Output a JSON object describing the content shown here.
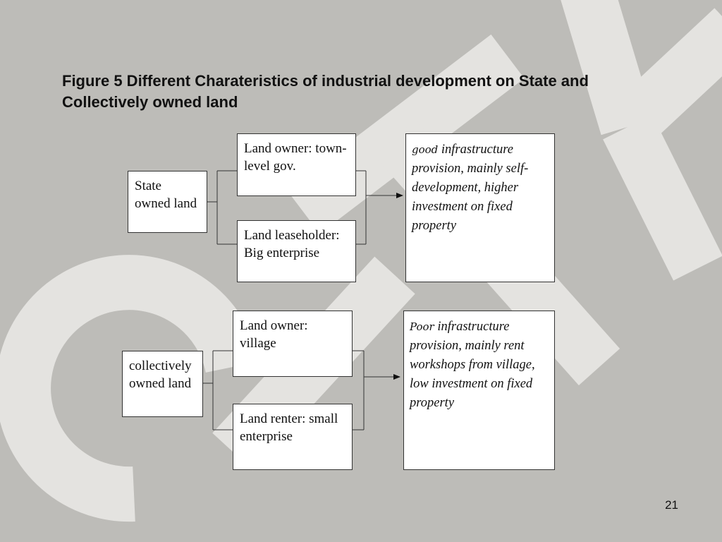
{
  "slide": {
    "title": "Figure 5  Different Charateristics of industrial development on State and Collectively owned land",
    "page_number": "21",
    "watermark_text": "CITY"
  },
  "diagram": {
    "state": {
      "source": "State owned land",
      "branch_top": "Land owner: town-level gov.",
      "branch_bottom": "Land leaseholder: Big enterprise",
      "outcome_lead": "good",
      "outcome_text": " infrastructure provision, mainly self-development, higher investment on fixed property"
    },
    "collective": {
      "source": "collectively owned land",
      "branch_top": "Land owner: village",
      "branch_bottom": "Land renter: small enterprise",
      "outcome_lead": "Poor",
      "outcome_text": " infrastructure provision, mainly rent workshops from village, low investment on fixed property"
    }
  },
  "colors": {
    "background": "#bdbcb8",
    "watermark": "#e4e3e0",
    "box_fill": "#ffffff",
    "line": "#333333"
  }
}
